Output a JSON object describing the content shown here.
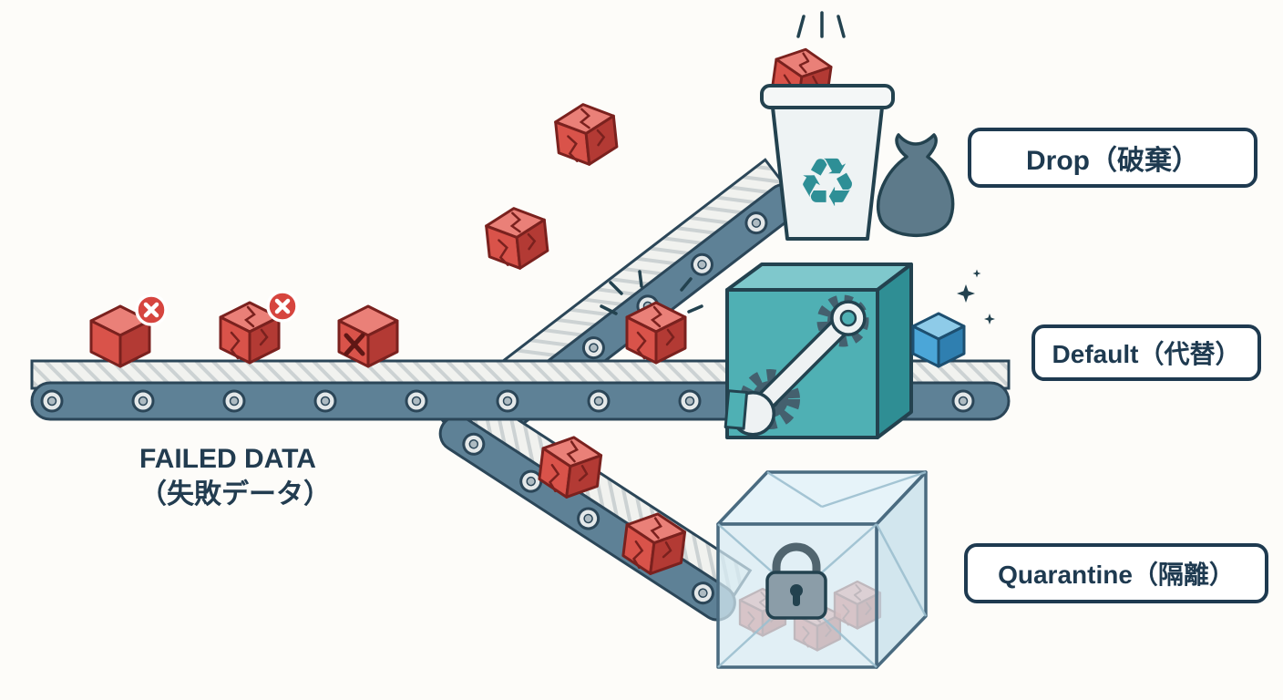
{
  "title": "Failed data routing diagram (drop / default / quarantine)",
  "caption": {
    "line1": "FAILED DATA",
    "line2": "（失敗データ）"
  },
  "labels": {
    "drop": "Drop（破棄）",
    "default": "Default（代替）",
    "quarantine": "Quarantine（隔離）"
  },
  "icons": {
    "recycle": "♻"
  },
  "colors": {
    "outline": "#23424f",
    "belt_dark": "#5e8196",
    "belt_light": "#f1f2ef",
    "cube_red": "#d9534a",
    "cube_red_top": "#ea8078",
    "cube_red_side": "#b33a34",
    "cube_blue": "#4ba6d8",
    "machine_teal": "#4fb0b4",
    "recycle_teal": "#2e8f96",
    "label_navy": "#1e3a50",
    "error_badge": "#d6453f"
  }
}
